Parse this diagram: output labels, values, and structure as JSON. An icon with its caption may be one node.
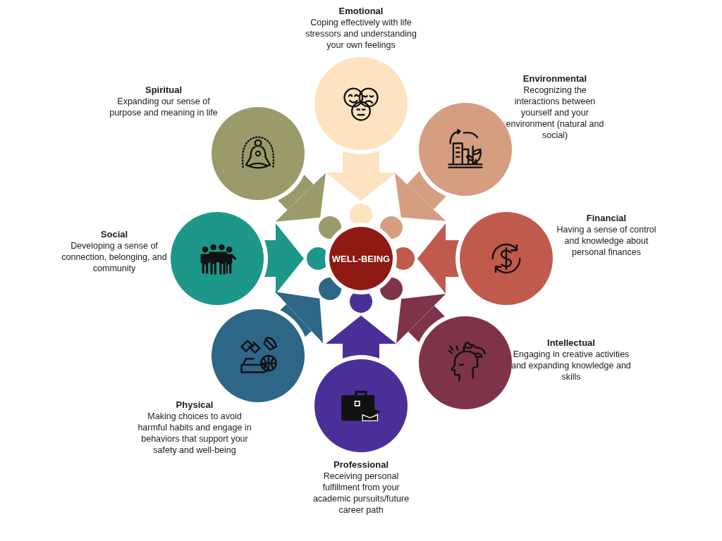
{
  "diagram": {
    "nodes": [
      {
        "text": [
          "WELL-BEING"
        ]
      },
      {
        "text": [
          "Emotional",
          "Coping effectively with life stressors and understanding your own feelings"
        ]
      },
      {
        "text": [
          "Spiritual",
          "Expanding our sense of purpose and meaning in life"
        ]
      },
      {
        "text": [
          "Environmental",
          "Recognizing the interactions between yourself and your environment (natural and social)"
        ]
      },
      {
        "text": [
          "Financial",
          "Having a sense of control and knowledge about personal finances"
        ]
      },
      {
        "text": [
          "Social",
          "Developing a sense of connection, belonging, and community"
        ]
      },
      {
        "text": [
          "Intellectual",
          "Engaging in creative activities and expanding knowledge and skills"
        ]
      },
      {
        "text": [
          "Physical",
          "Making choices to avoid harmful habits and engage in behaviors that support your safety and well-being"
        ]
      },
      {
        "text": [
          "Professional",
          "Receiving personal fulfillment from your academic pursuits/future career path"
        ]
      },
      {
        "text": [],
        "shape": "circle"
      },
      {
        "text": [],
        "shape": "circle"
      },
      {
        "text": [],
        "shape": "circle"
      },
      {
        "text": [],
        "shape": "circle"
      },
      {
        "text": [],
        "shape": "circle"
      },
      {
        "text": [],
        "shape": "circle"
      },
      {
        "text": [],
        "shape": "circle"
      },
      {
        "text": [],
        "shape": "circle"
      }
    ],
    "edges": [
      {
        "from": 1,
        "to": 9,
        "arrow": "to",
        "color": "#fde3bf"
      },
      {
        "from": 2,
        "to": 16,
        "arrow": "to",
        "color": "#9a9a6a"
      },
      {
        "from": 3,
        "to": 10,
        "arrow": "to",
        "color": "#d59e80"
      },
      {
        "from": 4,
        "to": 11,
        "arrow": "to",
        "color": "#c05a4c"
      },
      {
        "from": 5,
        "to": 15,
        "arrow": "to",
        "color": "#1d9789"
      },
      {
        "from": 6,
        "to": 12,
        "arrow": "to",
        "color": "#7e3349"
      },
      {
        "from": 7,
        "to": 14,
        "arrow": "to",
        "color": "#2e6688"
      },
      {
        "from": 8,
        "to": 13,
        "arrow": "to",
        "color": "#4b2f99"
      }
    ]
  }
}
